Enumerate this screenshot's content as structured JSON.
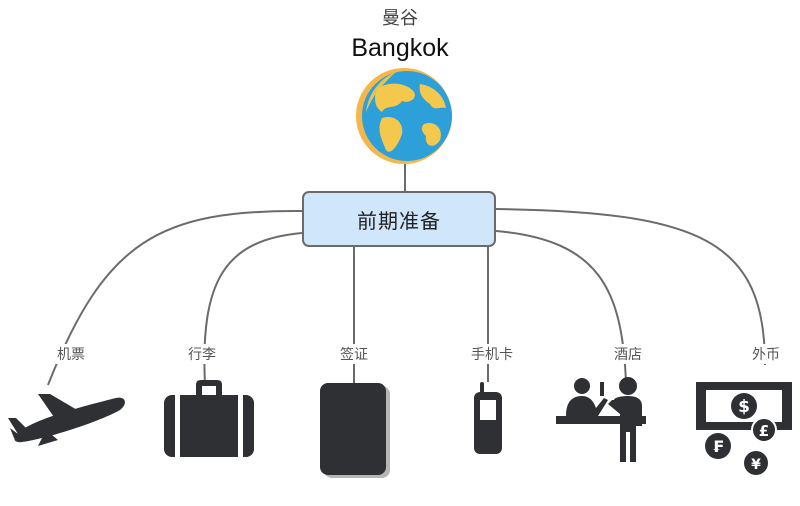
{
  "header": {
    "city_cn": "曼谷",
    "city_en": "Bangkok"
  },
  "central": {
    "label": "前期准备"
  },
  "branches": [
    {
      "label": "机票",
      "icon": "airplane-icon"
    },
    {
      "label": "行李",
      "icon": "suitcase-icon"
    },
    {
      "label": "签证",
      "icon": "passport-icon"
    },
    {
      "label": "手机卡",
      "icon": "mobile-phone-icon"
    },
    {
      "label": "酒店",
      "icon": "hotel-reception-icon"
    },
    {
      "label": "外币",
      "icon": "foreign-currency-icon"
    }
  ],
  "colors": {
    "node_fill": "#cfe6fb",
    "node_border": "#6b6b6b",
    "connector": "#6b6b6b",
    "icon": "#2f3033",
    "globe_ocean": "#2d9fd9",
    "globe_land": "#f3c84c"
  },
  "currency_symbols": {
    "dollar": "$",
    "pound": "£",
    "franc": "₣",
    "yen": "¥"
  }
}
